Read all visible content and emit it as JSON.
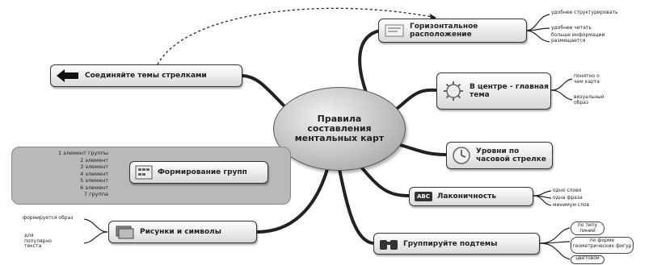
{
  "center": {
    "label": "Правила составления ментальных карт"
  },
  "branches": {
    "horizontal": {
      "label": "Горизонтальное расположение",
      "icon": "page-icon",
      "subitems": [
        "удобнее структурировать",
        "удобнее читать",
        "больше информации размещается"
      ]
    },
    "center_main": {
      "label": "В центре - главная тема",
      "icon": "gear-icon",
      "subitems": [
        "понятно о чем карта",
        "визуальный образ"
      ]
    },
    "clockwise": {
      "label": "Уровни по часовой стрелке",
      "icon": "clock-icon"
    },
    "concise": {
      "label": "Лаконичность",
      "icon": "abc-icon",
      "icon_text": "ABC",
      "subitems": [
        "одно слово",
        "одна фраза",
        "минимум слов"
      ]
    },
    "subtopics": {
      "label": "Группируйте подтемы",
      "icon": "binoculars-icon",
      "subitems": [
        "по типу линий",
        "по форме геометрических фигур",
        "цветовой"
      ]
    },
    "pictures": {
      "label": "Рисунки и символы",
      "icon": "picture-icon",
      "subitems": [
        "формируется образ",
        "для популярно текста"
      ]
    },
    "grouping": {
      "label": "Формирование групп",
      "icon": "grid-icon",
      "subitems": [
        "1 элемент группы",
        "2 элемент",
        "3 элемент",
        "4 элемент",
        "5 элемент",
        "6 элемент",
        "7 группа"
      ]
    },
    "arrows": {
      "label": "Соединяйте темы стрелками",
      "icon": "arrow-left-icon"
    }
  }
}
